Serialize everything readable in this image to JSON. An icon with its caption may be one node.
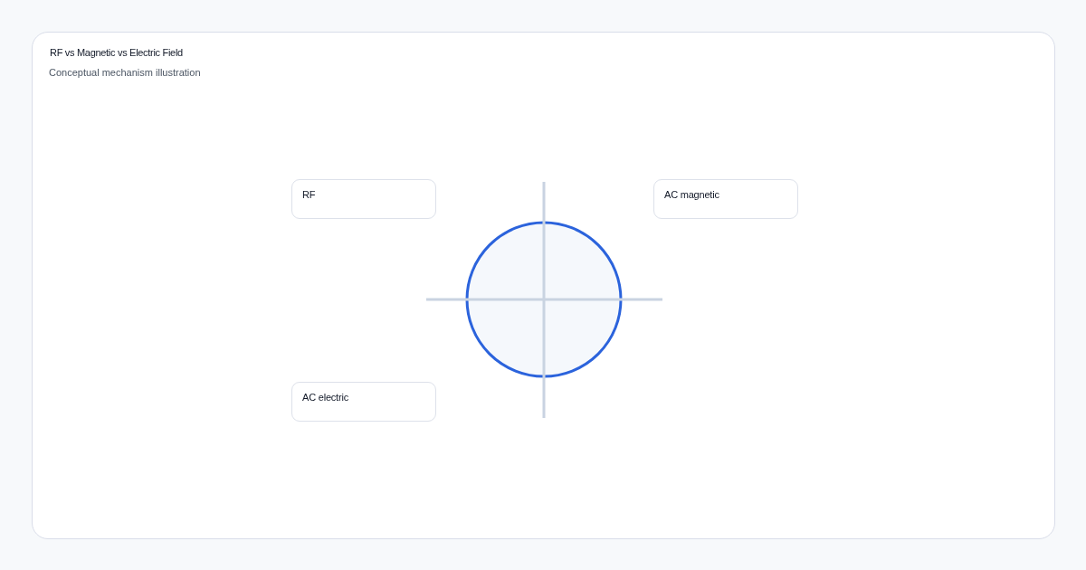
{
  "diagram": {
    "title": "RF vs Magnetic vs Electric Field",
    "nodes": [
      {
        "text": [
          "RF"
        ]
      },
      {
        "text": [
          "AC magnetic"
        ]
      },
      {
        "text": [
          "AC electric"
        ]
      }
    ],
    "labels": [
      "Conceptual mechanism illustration"
    ]
  }
}
